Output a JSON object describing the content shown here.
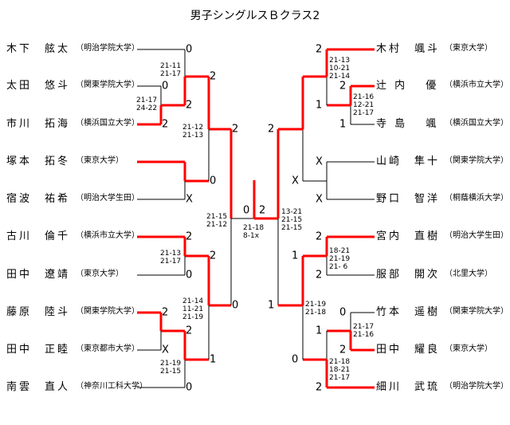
{
  "title": "男子シングルスＢクラス2",
  "colors": {
    "winner_line": "#ff0000",
    "line": "#000000"
  },
  "left_players": [
    {
      "name": "木下　舷太",
      "univ": "（明治学院大学）"
    },
    {
      "name": "太田　悠斗",
      "univ": "（関東学院大学）"
    },
    {
      "name": "市川　拓海",
      "univ": "（横浜国立大学）"
    },
    {
      "name": "塚本　拓冬",
      "univ": "（東京大学）"
    },
    {
      "name": "宿波　祐希",
      "univ": "（明治大学生田）"
    },
    {
      "name": "古川　倫千",
      "univ": "（横浜市立大学）"
    },
    {
      "name": "田中　遼靖",
      "univ": "（東京大学）"
    },
    {
      "name": "藤原　陸斗",
      "univ": "（関東学院大学）"
    },
    {
      "name": "田中　正睦",
      "univ": "（東京都市大学）"
    },
    {
      "name": "南雲　直人",
      "univ": "（神奈川工科大学）"
    }
  ],
  "right_players": [
    {
      "name": "木村　颯斗",
      "univ": "（東京大学）"
    },
    {
      "name": "辻 内　 優",
      "univ": "（横浜市立大学）"
    },
    {
      "name": "寺 島　 颯",
      "univ": "（横浜国立大学）"
    },
    {
      "name": "山崎　隼十",
      "univ": "（関東学院大学）"
    },
    {
      "name": "野口　智洋",
      "univ": "（桐蔭横浜大学）"
    },
    {
      "name": "宮内　直樹",
      "univ": "（明治大学生田）"
    },
    {
      "name": "服部　開次",
      "univ": "（北里大学）"
    },
    {
      "name": "竹本　遥樹",
      "univ": "（関東学院大学）"
    },
    {
      "name": "田中　耀良",
      "univ": "（東京大学）"
    },
    {
      "name": "細川　武琉",
      "univ": "（明治学院大学）"
    }
  ],
  "scores": [
    "0",
    "0",
    "2",
    "2",
    "2",
    "0",
    "X",
    "2",
    "2",
    "0",
    "2",
    "0",
    "2",
    "X",
    "2",
    "1",
    "0",
    "0",
    "2",
    "2",
    "2",
    "1",
    "1",
    "X",
    "X",
    "X",
    "2",
    "2",
    "1",
    "2",
    "0",
    "1",
    "2",
    "0",
    "2",
    "1"
  ],
  "set_scores": [
    "21-11\n21-17",
    "21-17\n24-22",
    "21-12\n21-13",
    "21-15\n21-12",
    "21-18\n8-1x",
    "13-21\n21-15\n21-15",
    "21-13\n21-17",
    "21-14\n11-21\n21-19",
    "21-19\n21-15",
    "21-13\n10-21\n21-14",
    "21-16\n12-21\n21-17",
    "18-21\n21-19\n21- 6",
    "21-17\n21-16",
    "21-18\n18-21\n21-17",
    "21-19\n21-18"
  ]
}
